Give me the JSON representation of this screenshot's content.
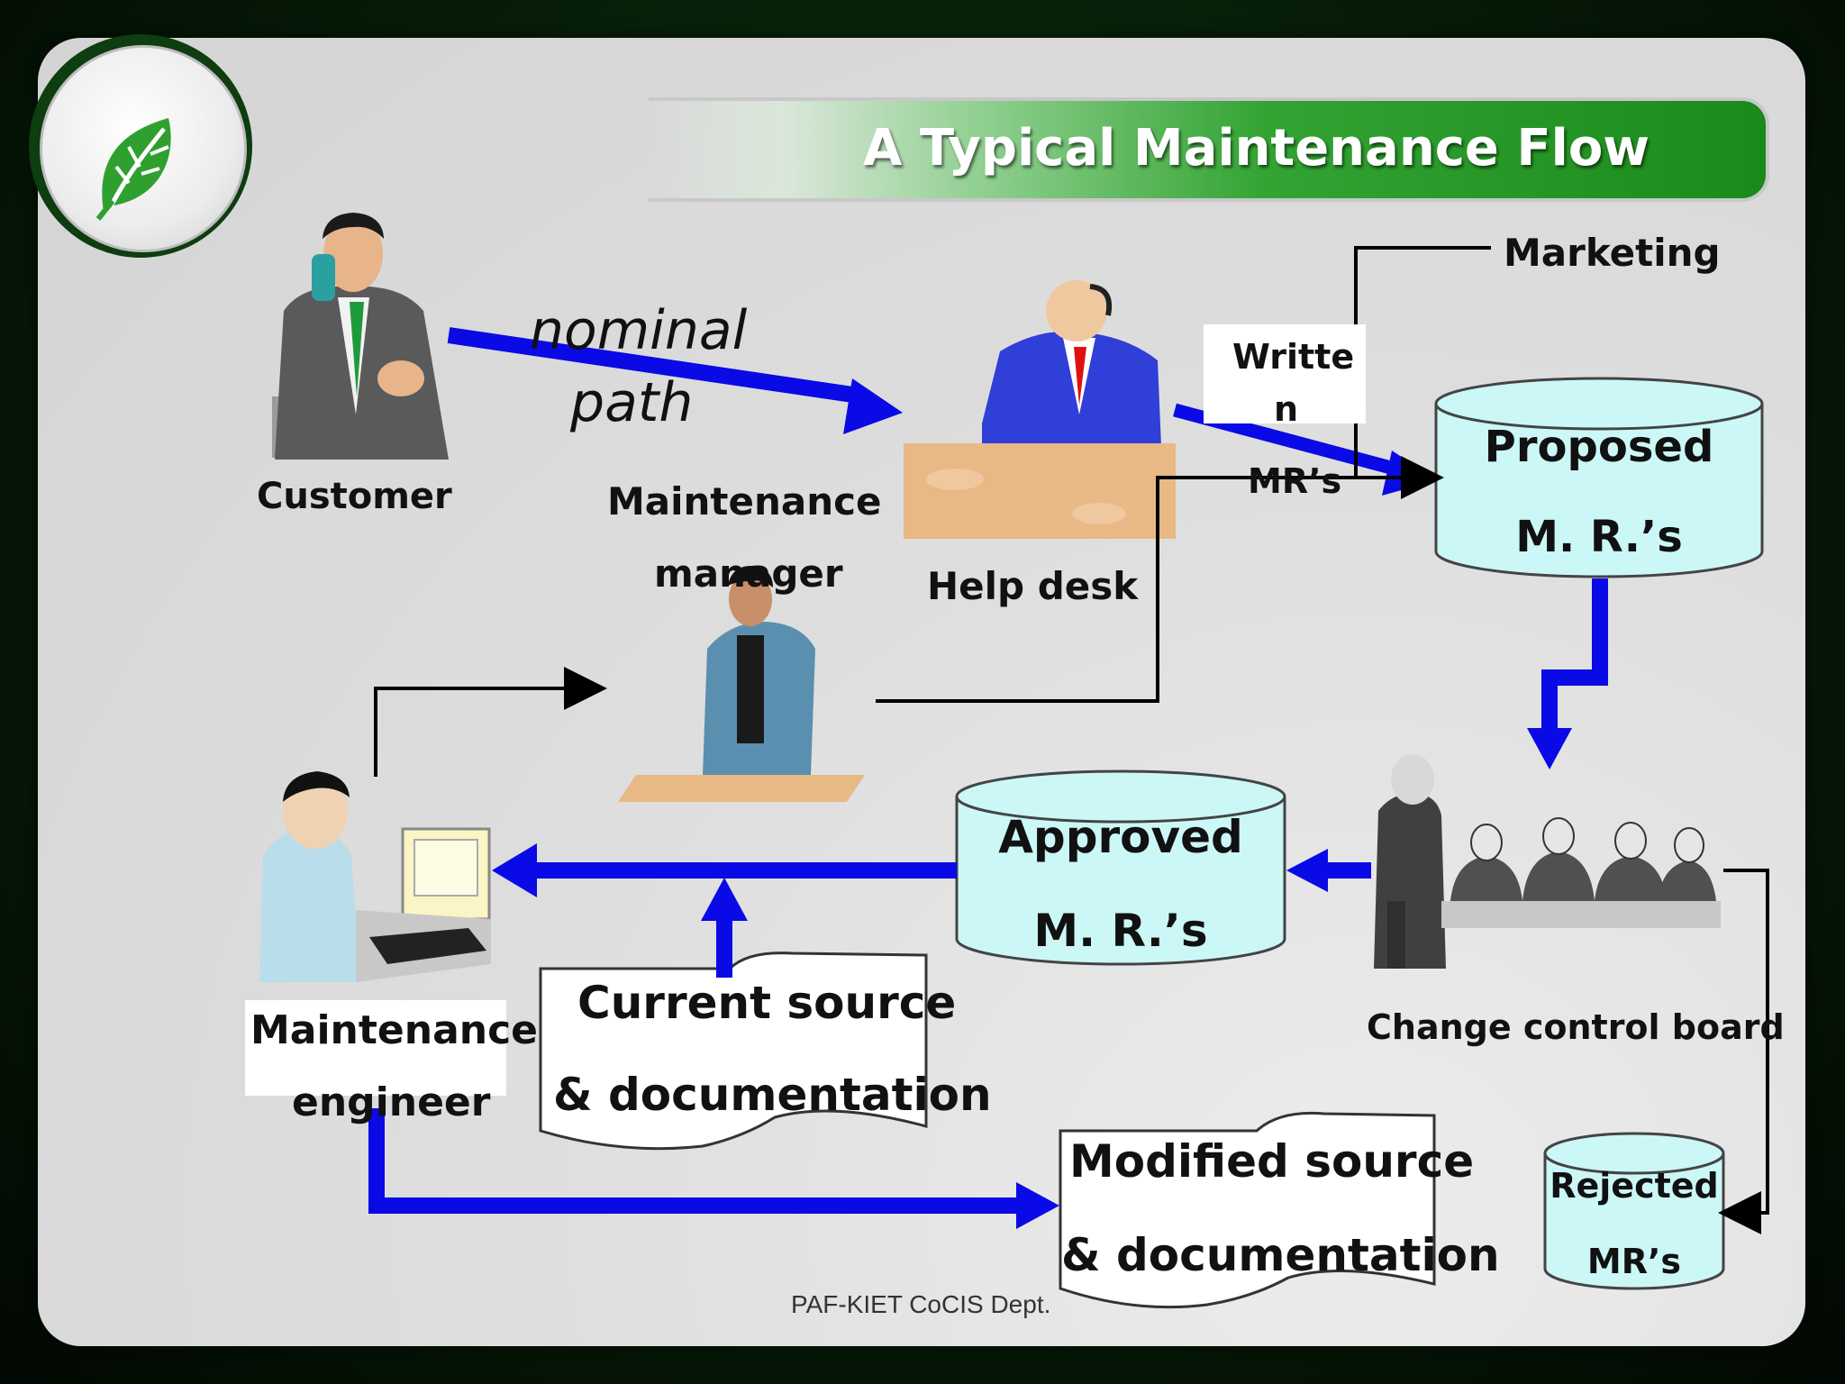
{
  "title": "A Typical Maintenance Flow",
  "footer": "PAF-KIET CoCIS Dept.",
  "nodes": {
    "customer": "Customer",
    "nominal_path_1": "nominal",
    "nominal_path_2": "path",
    "maintenance_manager_1": "Maintenance",
    "maintenance_manager_2": "manager",
    "help_desk": "Help desk",
    "marketing": "Marketing",
    "written_1": "Writte",
    "written_2": "n",
    "written_3": "MR’s",
    "proposed_1": "Proposed",
    "proposed_2": "M. R.’s",
    "change_control_board": "Change control board",
    "approved_1": "Approved",
    "approved_2": "M. R.’s",
    "current_source_1": "Current source",
    "current_source_2": "& documentation",
    "maintenance_engineer_1": "Maintenance",
    "maintenance_engineer_2": "engineer",
    "modified_source_1": "Modified source",
    "modified_source_2": "& documentation",
    "rejected_1": "Rejected",
    "rejected_2": "MR’s"
  },
  "icons": [
    "leaf-logo-icon",
    "customer-phone-figure-icon",
    "help-desk-figure-icon",
    "manager-figure-icon",
    "committee-figure-icon",
    "engineer-computer-figure-icon"
  ],
  "colors": {
    "accent_green": "#1a8a1a",
    "arrow_blue": "#0a0ae6",
    "cylinder_fill": "#ccf7f7"
  }
}
